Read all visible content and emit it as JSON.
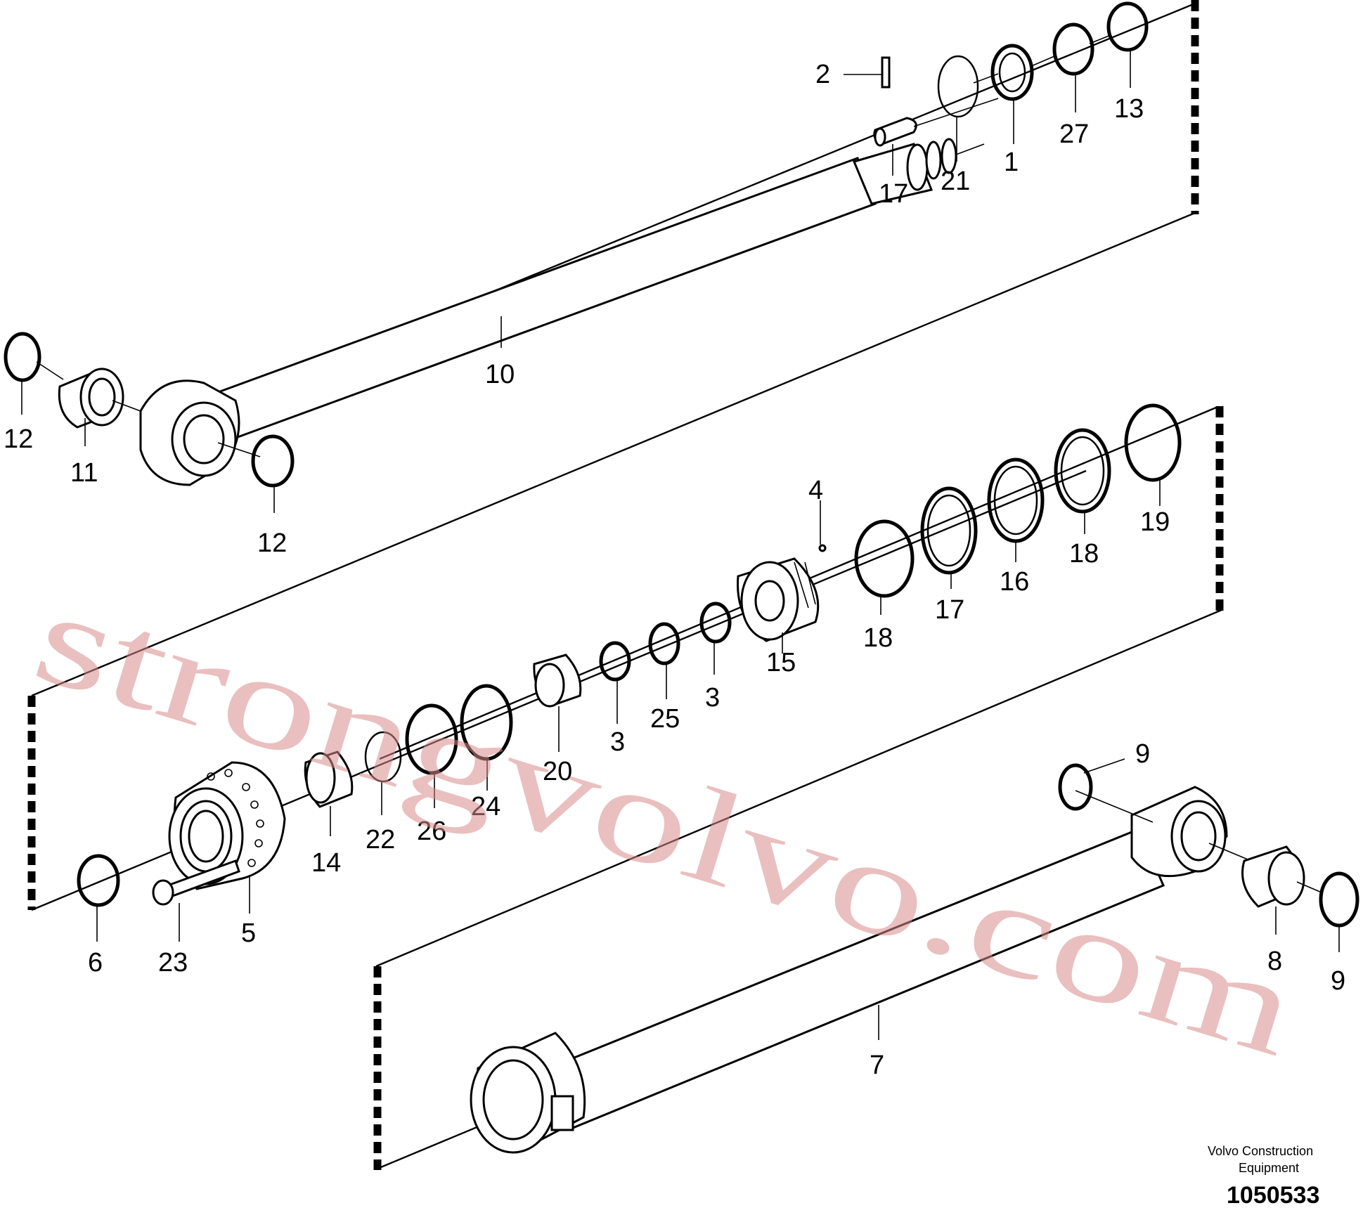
{
  "callouts": [
    {
      "id": "1",
      "text": "1"
    },
    {
      "id": "2",
      "text": "2"
    },
    {
      "id": "3a",
      "text": "3"
    },
    {
      "id": "3b",
      "text": "3"
    },
    {
      "id": "4",
      "text": "4"
    },
    {
      "id": "5",
      "text": "5"
    },
    {
      "id": "6",
      "text": "6"
    },
    {
      "id": "7",
      "text": "7"
    },
    {
      "id": "8",
      "text": "8"
    },
    {
      "id": "9a",
      "text": "9"
    },
    {
      "id": "9b",
      "text": "9"
    },
    {
      "id": "10",
      "text": "10"
    },
    {
      "id": "11",
      "text": "11"
    },
    {
      "id": "12a",
      "text": "12"
    },
    {
      "id": "12b",
      "text": "12"
    },
    {
      "id": "13",
      "text": "13"
    },
    {
      "id": "14",
      "text": "14"
    },
    {
      "id": "15",
      "text": "15"
    },
    {
      "id": "16",
      "text": "16"
    },
    {
      "id": "17a",
      "text": "17"
    },
    {
      "id": "17b",
      "text": "17"
    },
    {
      "id": "18a",
      "text": "18"
    },
    {
      "id": "18b",
      "text": "18"
    },
    {
      "id": "19",
      "text": "19"
    },
    {
      "id": "20",
      "text": "20"
    },
    {
      "id": "21",
      "text": "21"
    },
    {
      "id": "22",
      "text": "22"
    },
    {
      "id": "23",
      "text": "23"
    },
    {
      "id": "24",
      "text": "24"
    },
    {
      "id": "25",
      "text": "25"
    },
    {
      "id": "26",
      "text": "26"
    },
    {
      "id": "27",
      "text": "27"
    }
  ],
  "brand_line1": "Volvo Construction",
  "brand_line2": "Equipment",
  "document_number": "1050533",
  "watermark": "strongvolvo.com"
}
